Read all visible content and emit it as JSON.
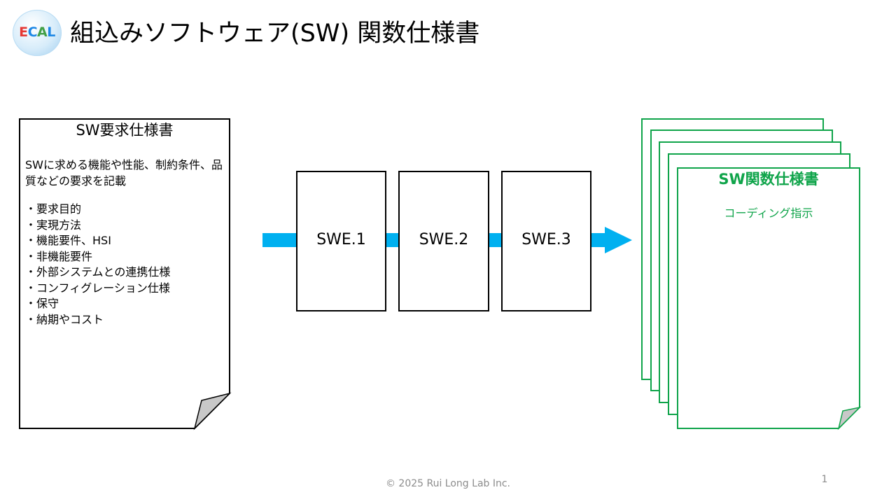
{
  "header": {
    "logo": {
      "e": "E",
      "c": "C",
      "a": "A",
      "l": "L"
    },
    "title": "組込みソフトウェア(SW) 関数仕様書"
  },
  "requirements_doc": {
    "title": "SW要求仕様書",
    "description": "SWに求める機能や性能、制約条件、品質などの要求を記載",
    "items": [
      "・要求目的",
      "・実現方法",
      "・機能要件、HSI",
      "・非機能要件",
      "・外部システムとの連携仕様",
      "・コンフィグレーション仕様",
      "・保守",
      "・納期やコスト"
    ]
  },
  "process_steps": [
    "SWE.1",
    "SWE.2",
    "SWE.3"
  ],
  "function_spec_doc": {
    "title": "SW関数仕様書",
    "subtitle": "コーディング指示"
  },
  "footer": {
    "copyright": "© 2025 Rui Long Lab Inc.",
    "page_number": "1"
  },
  "colors": {
    "arrow": "#00b0f0",
    "spec_green": "#0fa44a",
    "page_fold": "#c8c8c8"
  }
}
